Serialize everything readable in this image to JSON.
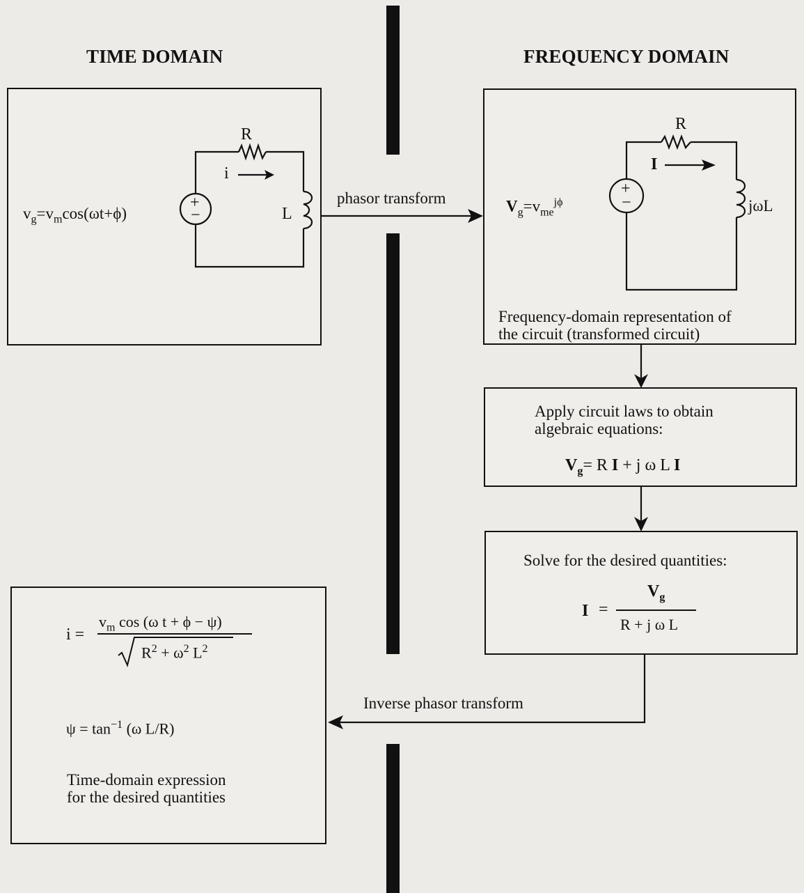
{
  "headers": {
    "time": "TIME DOMAIN",
    "freq": "FREQUENCY DOMAIN"
  },
  "time_circuit": {
    "resistor": "R",
    "inductor": "L",
    "current": "i",
    "source_plus": "+",
    "source_minus": "−",
    "eq_v": "v",
    "eq_g": "g",
    "eq_eq": "=v",
    "eq_m": "m",
    "eq_rest": "cos(ωt+ϕ)"
  },
  "freq_circuit": {
    "resistor": "R",
    "inductor": "jωL",
    "current": "I",
    "source_plus": "+",
    "source_minus": "−",
    "eq_V": "V",
    "eq_g": "g",
    "eq_eq": "=v",
    "eq_me": "me",
    "eq_exp": "jϕ",
    "caption_line1": "Frequency-domain representation of",
    "caption_line2": "the circuit (transformed circuit)"
  },
  "arrows": {
    "forward": "phasor transform",
    "inverse": "Inverse phasor transform"
  },
  "laws_box": {
    "line1": "Apply circuit laws to obtain",
    "line2": "algebraic equations:",
    "eq_V": "V",
    "eq_g": "g",
    "eq_rhs_a": "= R ",
    "eq_I1": "I",
    "eq_rhs_b": " + j ω L ",
    "eq_I2": "I"
  },
  "solve_box": {
    "title": "Solve for the desired quantities:",
    "lhs_I": "I",
    "lhs_eq": "=",
    "num_V": "V",
    "num_g": "g",
    "den": "R + j ω L"
  },
  "result_box": {
    "i_lhs": "i  =",
    "num_v": "v",
    "num_m": "m",
    "num_rest": " cos (ω t + ϕ − ψ)",
    "den_R": "R",
    "den_2a": "2",
    "den_mid": " + ω",
    "den_2b": "2",
    "den_L": " L",
    "den_2c": "2",
    "psi_lhs": "ψ  =  tan",
    "psi_exp": "−1",
    "psi_rest": " (ω L/R)",
    "caption_line1": "Time-domain expression",
    "caption_line2": "for the desired quantities"
  }
}
